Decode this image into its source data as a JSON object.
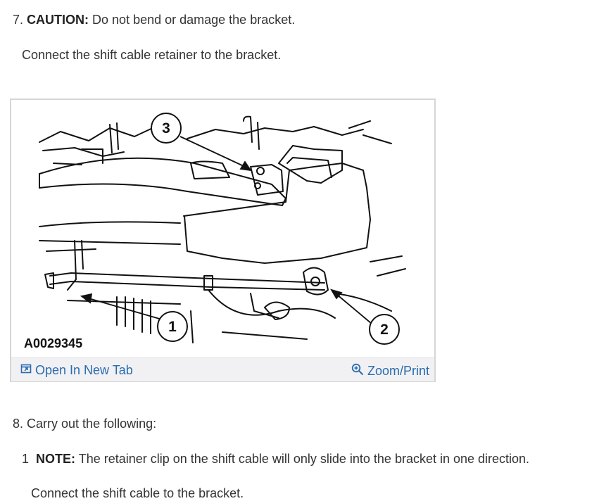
{
  "steps": {
    "step7": {
      "number": "7.",
      "label": "CAUTION:",
      "text": " Do not bend or damage the bracket."
    },
    "step7_sub": "Connect the shift cable retainer to the bracket.",
    "step8": {
      "number": "8.",
      "text": "Carry out the following:"
    },
    "step8_note": {
      "number": "1",
      "label": "NOTE:",
      "text": " The retainer clip on the shift cable will only slide into the bracket in one direction."
    },
    "step8_sub": "Connect the shift cable to the bracket."
  },
  "figure": {
    "id_label": "A0029345",
    "callouts": [
      "1",
      "2",
      "3"
    ],
    "open_tab_label": "Open In New Tab",
    "zoom_print_label": "Zoom/Print",
    "open_icon": "open-new-tab-icon",
    "zoom_icon": "magnifier-plus-icon",
    "link_color": "#2a6bb0",
    "bar_color": "#f1f1f3"
  }
}
